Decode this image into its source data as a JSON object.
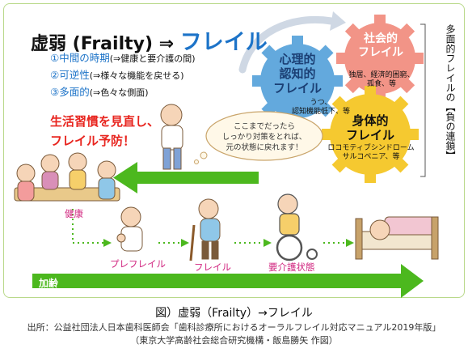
{
  "title": {
    "prefix": "虚弱 (Frailty) ⇒ ",
    "highlight": "フレイル"
  },
  "subpoints": [
    {
      "num": "①",
      "key": "中間の時期",
      "note": "(⇒健康と要介護の間)"
    },
    {
      "num": "②",
      "key": "可逆性",
      "note": "(⇒様々な機能を戻せる)"
    },
    {
      "num": "③",
      "key": "多面的",
      "note": "(⇒色々な側面)"
    }
  ],
  "advice": "生活習慣を見直し、\nフレイル予防！",
  "speech_bubble": "ここまでだったら\nしっかり対策をとれば、\n元の状態に戻れます！",
  "gears": {
    "psych": {
      "title": "心理的\n認知的\nフレイル",
      "note": "うつ、\n認知機能低下、等",
      "color": "#63a9dd"
    },
    "social": {
      "title": "社会的\nフレイル",
      "note": "独居、経済的困窮、\n孤食、等",
      "color": "#f29487"
    },
    "physical": {
      "title": "身体的\nフレイル",
      "note": "ロコモティブシンドローム\nサルコペニア、等",
      "color": "#f5c930"
    }
  },
  "side_text": "多面的フレイルの【負の連鎖】",
  "stages": {
    "health": "健康",
    "prefrailty": "プレフレイル",
    "frailty": "フレイル",
    "care": "要介護状態"
  },
  "aging_label": "加齢",
  "colors": {
    "accent_blue": "#1c73c8",
    "red": "#e8251f",
    "green": "#4cb81e",
    "magenta": "#d0237e"
  },
  "caption": "図）虚弱（Frailty）→フレイル",
  "source_line1": "出所：公益社団法人日本歯科医師会「歯科診療所におけるオーラルフレイル対応マニュアル2019年版」",
  "source_line2": "（東京大学高齢社会総合研究機構・飯島勝矢 作図）"
}
